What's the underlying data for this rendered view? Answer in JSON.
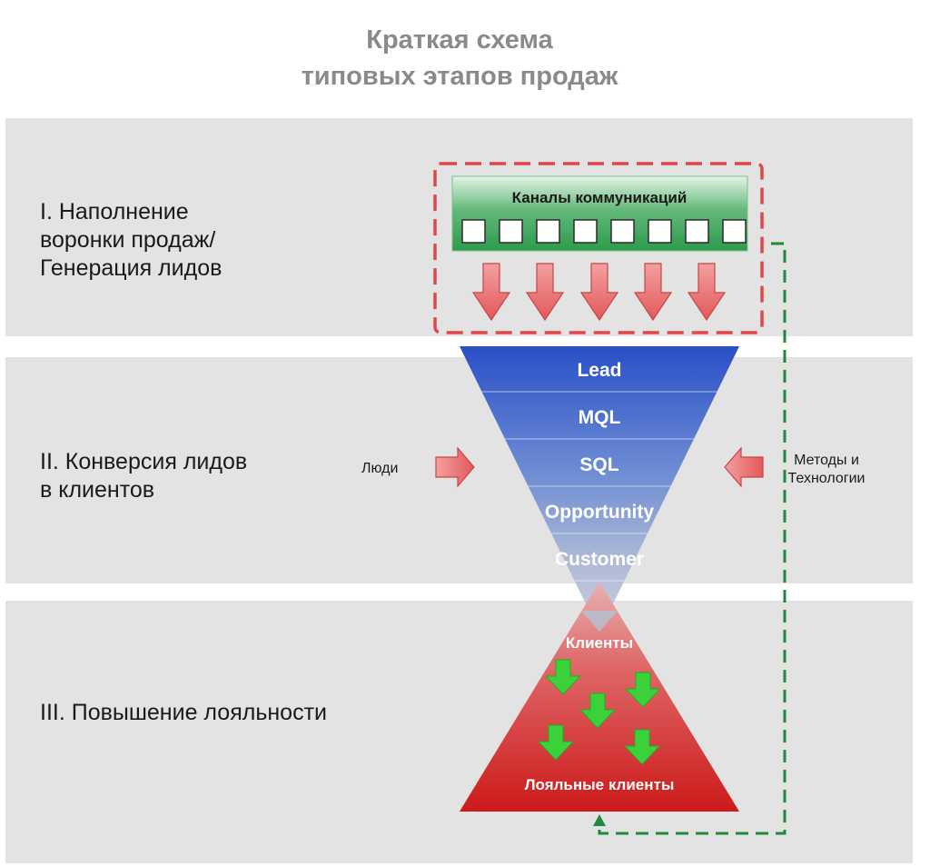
{
  "title": {
    "line1": "Краткая схема",
    "line2": "типовых этапов продаж"
  },
  "stages": [
    {
      "label": "I. Наполнение воронки продаж/ Генерация лидов"
    },
    {
      "label": "II. Конверсия лидов в клиентов"
    },
    {
      "label": "III. Повышение лояльности"
    }
  ],
  "channels": {
    "label": "Каналы коммуникаций",
    "count": 8,
    "header_color": "#2e9a4c"
  },
  "funnel": {
    "levels": [
      "Lead",
      "MQL",
      "SQL",
      "Opportunity",
      "Customer"
    ],
    "top_color": "#2a4fc6",
    "bottom_color": "#c9d0de"
  },
  "loyalty": {
    "top_label": "Клиенты",
    "bottom_label": "Лояльные клиенты",
    "color": "#cc1a1a"
  },
  "inputs": {
    "left": "Люди",
    "right": "Методы и Технологии"
  },
  "accent": {
    "red_dashed": "#e0474a",
    "green_dashed": "#1f8a3a"
  }
}
